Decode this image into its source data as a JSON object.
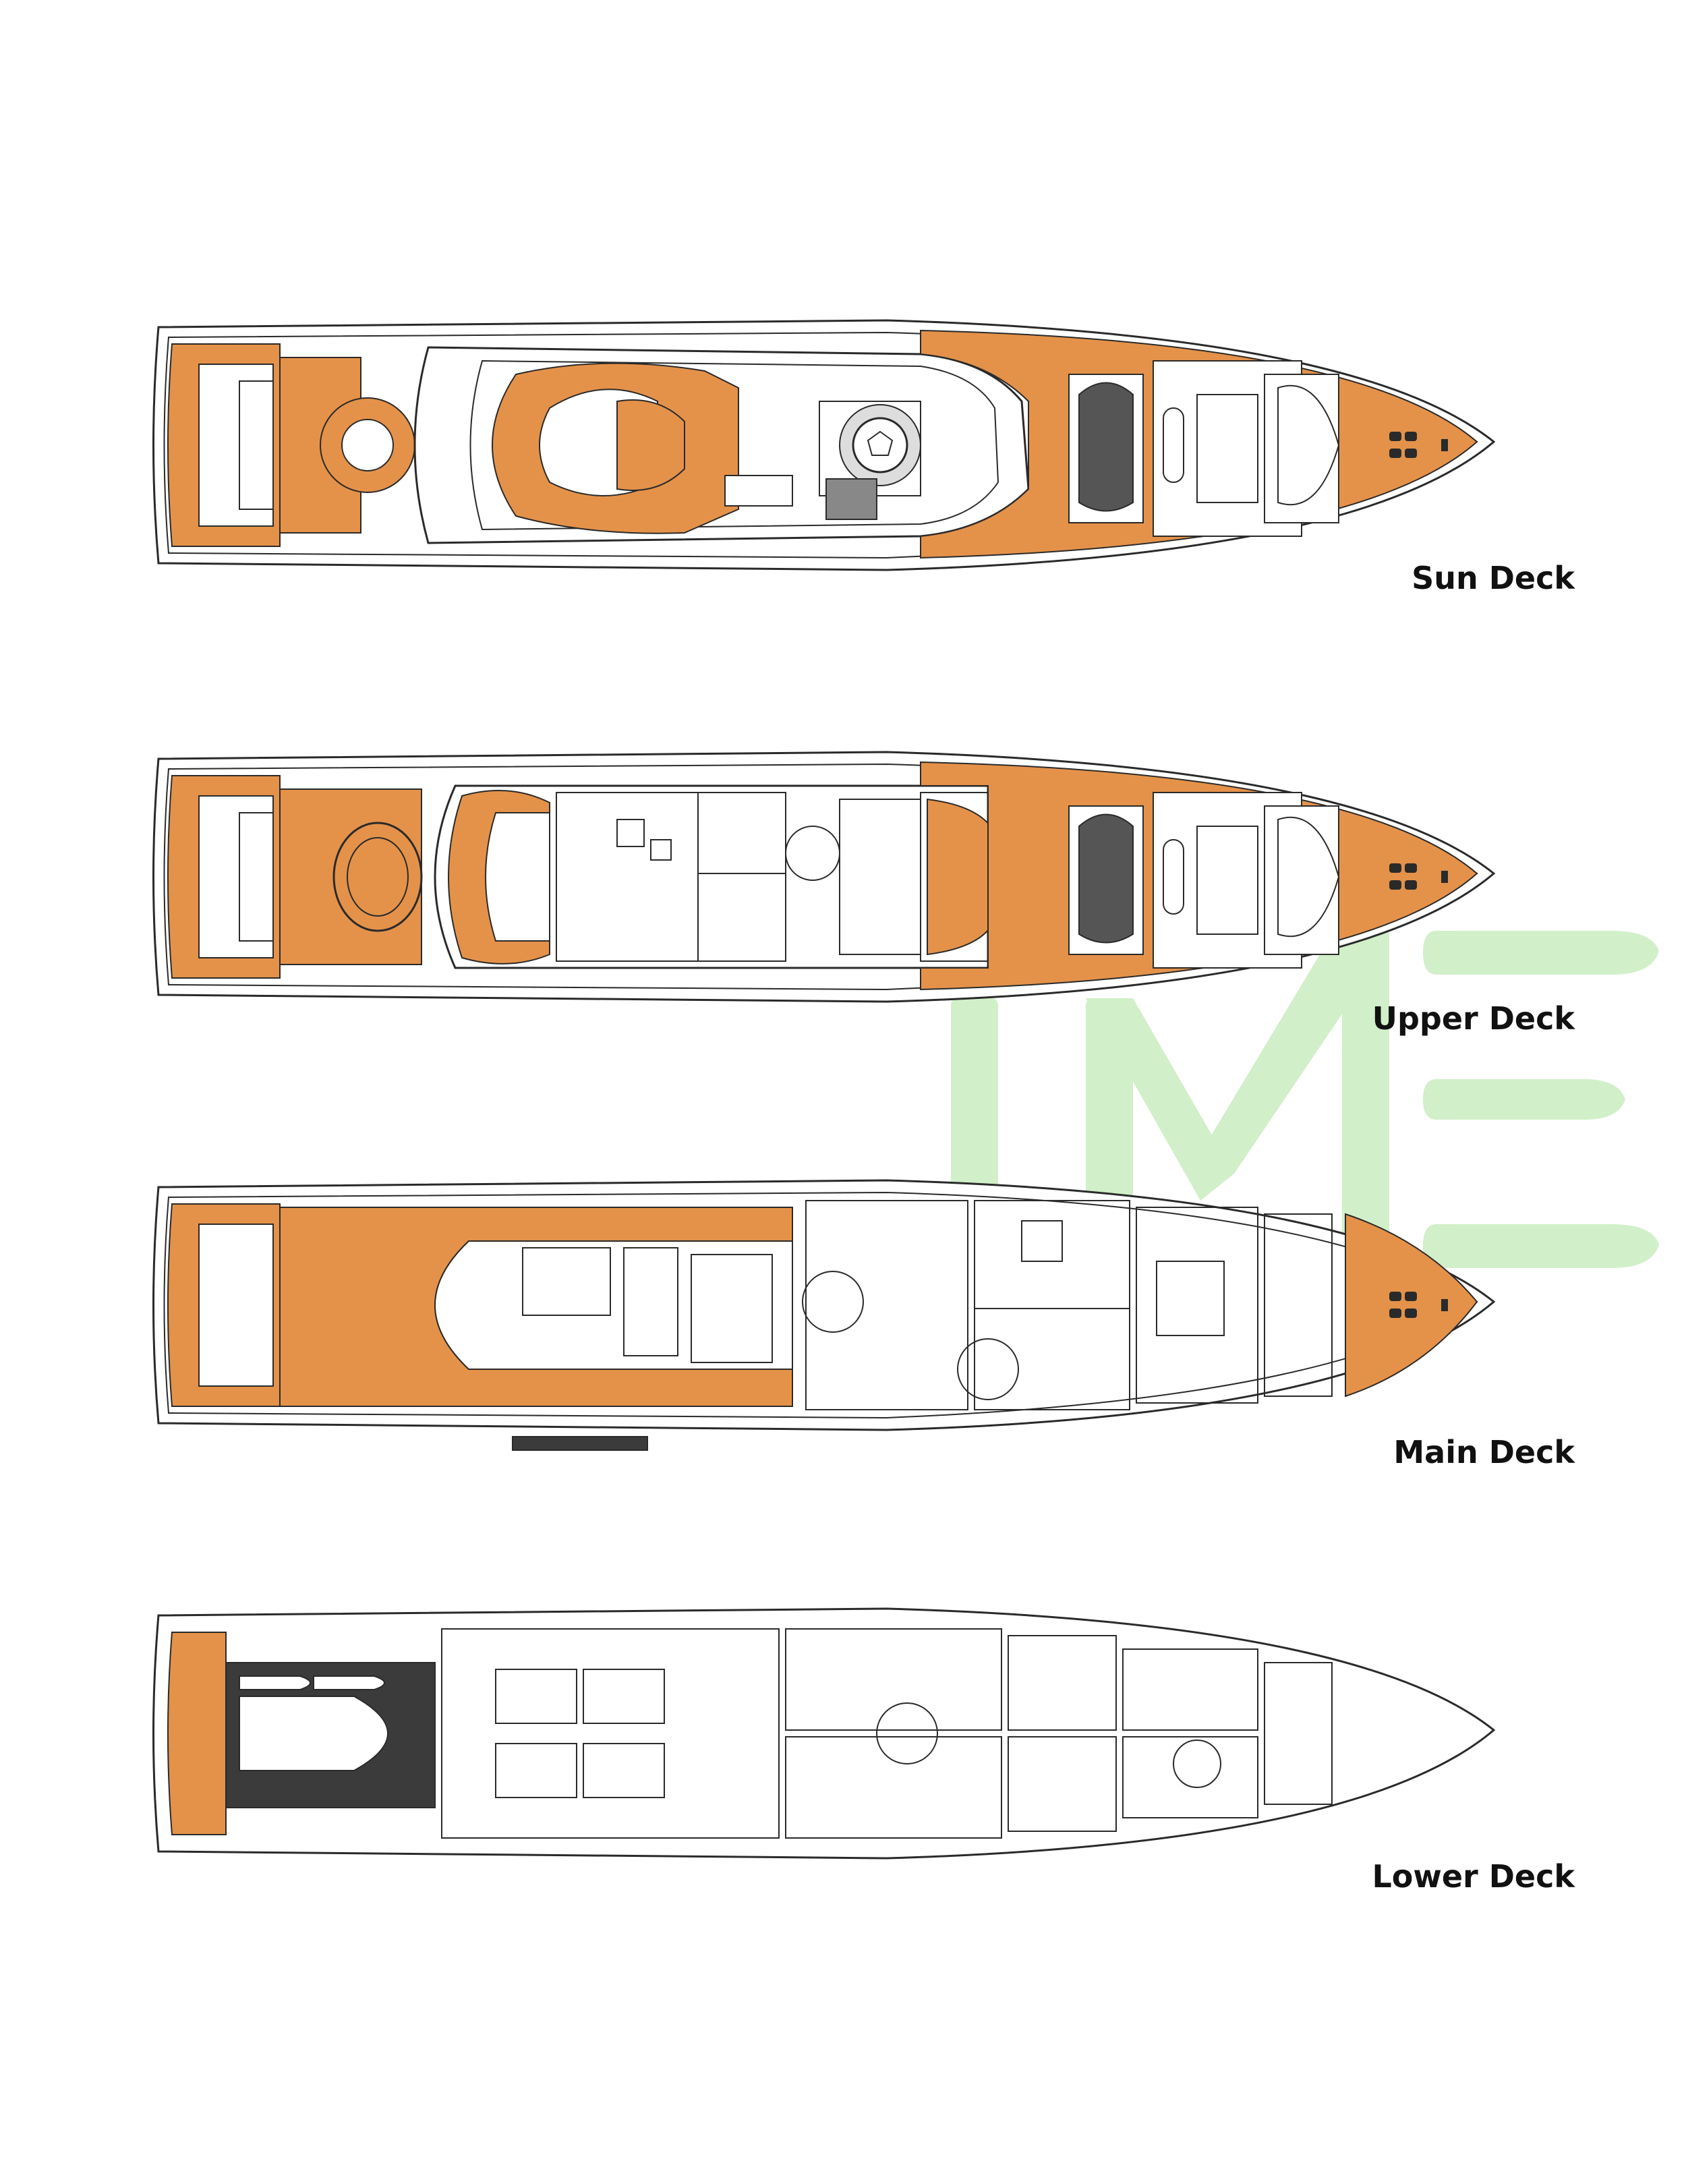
{
  "colors": {
    "teak": "#e4924a",
    "teak_dark": "#c8742f",
    "line": "#2a2a2a",
    "hull_fill": "#ffffff",
    "watermark": "#c9edbf",
    "dark_deck": "#3b3b3b"
  },
  "watermark": {
    "logo": "green-yacht-logo-watermark"
  },
  "decks": [
    {
      "id": "sun",
      "label": "Sun Deck"
    },
    {
      "id": "upper",
      "label": "Upper Deck"
    },
    {
      "id": "main",
      "label": "Main Deck"
    },
    {
      "id": "lower",
      "label": "Lower Deck"
    }
  ]
}
